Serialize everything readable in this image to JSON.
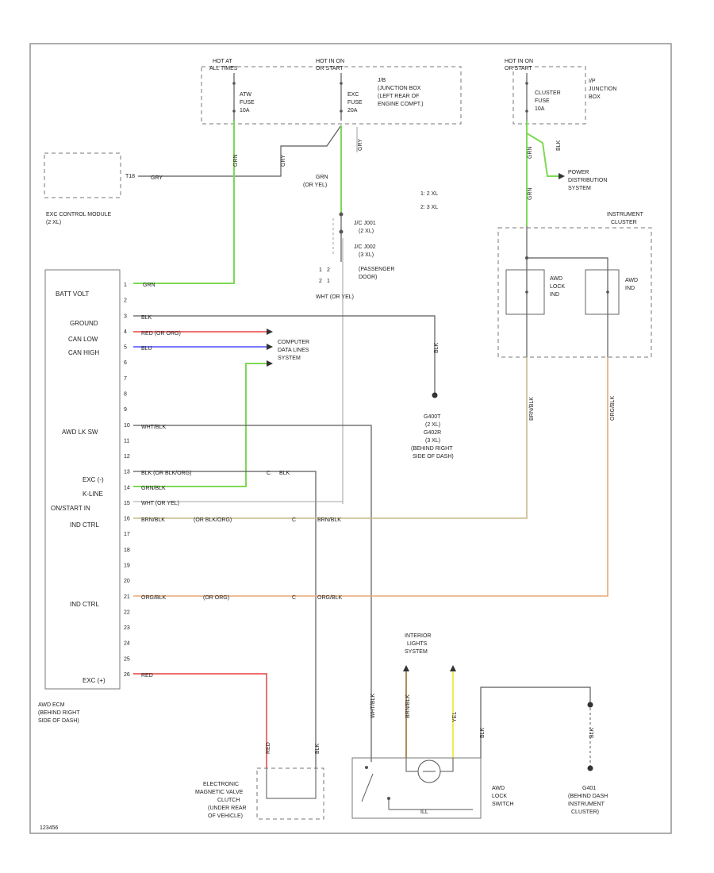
{
  "fuse_box_left": {
    "hot_at_label": [
      "HOT AT",
      "ALL TIMES"
    ],
    "hot_in_label": [
      "HOT IN ON",
      "OR START"
    ],
    "fuse_a": [
      "ATW",
      "FUSE",
      "10A"
    ],
    "fuse_b": [
      "EXC",
      "FUSE",
      "20A"
    ],
    "location": [
      "J/B",
      "(JUNCTION BOX",
      "(LEFT REAR OF",
      "ENGINE COMPT.)"
    ]
  },
  "fuse_box_right": {
    "hot_in_label": [
      "HOT IN ON",
      "OR START"
    ],
    "fuse": [
      "CLUSTER",
      "FUSE",
      "10A"
    ],
    "location": [
      "I/P",
      "JUNCTION",
      "BOX"
    ]
  },
  "exc_module": {
    "label": [
      "EXC CONTROL MODULE",
      "(2 XL)"
    ],
    "pin": "T18"
  },
  "power_distribution": [
    "POWER",
    "DISTRIBUTION",
    "SYSTEM"
  ],
  "notes": [
    "1: 2 XL",
    "2: 3 XL"
  ],
  "joint_connectors": [
    "J/C J001",
    "(2 XL)",
    "J/C J002",
    "(3 XL)",
    "(PASSENGER",
    "DOOR)"
  ],
  "wire_colors": {
    "grn": "GRN",
    "gry": "GRY",
    "blk": "BLK",
    "red_or": "RED (OR ORG)",
    "blu": "BLU",
    "wht_blk": "WHT/BLK",
    "blk_or": "BLK (OR BLK/ORG)",
    "grn_blk": "GRN/BLK",
    "wht_or": "WHT (OR YEL)",
    "brn_blk": "BRN/BLK",
    "or_blk": "(OR BLK/ORG)",
    "org_blk": "ORG/BLK",
    "or_org": "(OR ORG)",
    "red": "RED",
    "yel": "YEL",
    "grn_or": "GRN",
    "or_yel": "(OR YEL)"
  },
  "awd_ecm": {
    "pins": [
      "1",
      "2",
      "3",
      "4",
      "5",
      "6",
      "7",
      "8",
      "9",
      "10",
      "11",
      "12",
      "13",
      "14",
      "15",
      "16",
      "17",
      "18",
      "19",
      "20",
      "21",
      "22",
      "23",
      "24",
      "25",
      "26"
    ],
    "labels": {
      "batt": "BATT VOLT",
      "ground": "GROUND",
      "can_low": "CAN LOW",
      "can_high": "CAN HIGH",
      "lk_sw": "AWD LK SW",
      "exc_minus": "EXC (-)",
      "kline": "K-LINE",
      "crank": "ON/START IN",
      "ind1": "IND CTRL",
      "ind2": "IND CTRL",
      "exc_plus": "EXC (+)"
    },
    "location": [
      "AWD ECM",
      "(BEHIND RIGHT",
      "SIDE OF DASH)"
    ]
  },
  "computer_data": [
    "COMPUTER",
    "DATA LINES",
    "SYSTEM"
  ],
  "ground_g": [
    "G400T",
    "(2 XL)",
    "G402R",
    "(3 XL)",
    "(BEHIND RIGHT",
    "SIDE OF DASH)"
  ],
  "instrument_cluster": {
    "title": [
      "INSTRUMENT",
      "CLUSTER"
    ],
    "ind1": [
      "AWD",
      "LOCK",
      "IND"
    ],
    "ind2": [
      "AWD",
      "IND"
    ]
  },
  "interior_lights": [
    "INTERIOR",
    "LIGHTS",
    "SYSTEM"
  ],
  "valve": [
    "ELECTRONIC",
    "MAGNETIC VALVE",
    "CLUTCH",
    "(UNDER REAR",
    "OF VEHICLE)"
  ],
  "lock_switch": [
    "AWD",
    "LOCK",
    "SWITCH"
  ],
  "ground_g2": [
    "G401",
    "(BEHIND DASH",
    "INSTRUMENT",
    "CLUSTER)"
  ],
  "page_code": "123456"
}
